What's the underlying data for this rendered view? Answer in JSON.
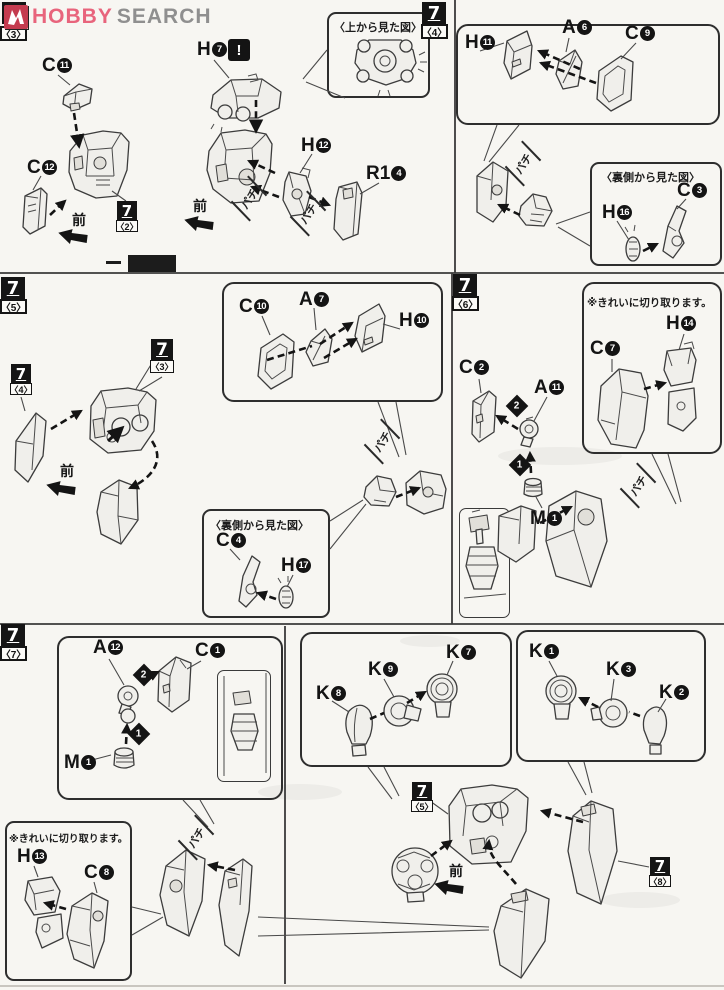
{
  "watermark": {
    "hobby": "HOBBY",
    "search": "SEARCH",
    "logo_color": "#c43b4f"
  },
  "step": "7",
  "sections": {
    "s3": {
      "sub": "〈3〉"
    },
    "s4": {
      "sub": "〈4〉"
    },
    "s5": {
      "sub": "〈5〉"
    },
    "s6": {
      "sub": "〈6〉"
    },
    "s7": {
      "sub": "〈7〉"
    }
  },
  "refs": {
    "r2": {
      "sub": "〈2〉"
    },
    "r3": {
      "sub": "〈3〉"
    },
    "r4": {
      "sub": "〈4〉"
    },
    "r5": {
      "sub": "〈5〉"
    },
    "r8": {
      "sub": "〈8〉"
    }
  },
  "notes": {
    "top_view": "〈上から見た図〉",
    "back_view": "〈裏側から見た図〉",
    "cut_clean": "※きれいに切り取ります。",
    "front": "前",
    "snap": "パチ",
    "warning": "!"
  },
  "markers": {
    "one": "1",
    "two": "2"
  },
  "parts": {
    "c11": {
      "letter": "C",
      "num": "11"
    },
    "c12": {
      "letter": "C",
      "num": "12"
    },
    "h7": {
      "letter": "H",
      "num": "7"
    },
    "h12": {
      "letter": "H",
      "num": "12"
    },
    "r14": {
      "letter": "R1",
      "num": "4"
    },
    "h11": {
      "letter": "H",
      "num": "11"
    },
    "a6": {
      "letter": "A",
      "num": "6"
    },
    "c9": {
      "letter": "C",
      "num": "9"
    },
    "h16": {
      "letter": "H",
      "num": "16"
    },
    "c3": {
      "letter": "C",
      "num": "3"
    },
    "c10": {
      "letter": "C",
      "num": "10"
    },
    "a7": {
      "letter": "A",
      "num": "7"
    },
    "h10": {
      "letter": "H",
      "num": "10"
    },
    "c4": {
      "letter": "C",
      "num": "4"
    },
    "h17": {
      "letter": "H",
      "num": "17"
    },
    "c2": {
      "letter": "C",
      "num": "2"
    },
    "a11": {
      "letter": "A",
      "num": "11"
    },
    "m1": {
      "letter": "M",
      "num": "1"
    },
    "c7": {
      "letter": "C",
      "num": "7"
    },
    "h14": {
      "letter": "H",
      "num": "14"
    },
    "a12": {
      "letter": "A",
      "num": "12"
    },
    "c1": {
      "letter": "C",
      "num": "1"
    },
    "m1b": {
      "letter": "M",
      "num": "1"
    },
    "h13": {
      "letter": "H",
      "num": "13"
    },
    "c8": {
      "letter": "C",
      "num": "8"
    },
    "k8": {
      "letter": "K",
      "num": "8"
    },
    "k9": {
      "letter": "K",
      "num": "9"
    },
    "k7": {
      "letter": "K",
      "num": "7"
    },
    "k1": {
      "letter": "K",
      "num": "1"
    },
    "k3": {
      "letter": "K",
      "num": "3"
    },
    "k2": {
      "letter": "K",
      "num": "2"
    }
  }
}
